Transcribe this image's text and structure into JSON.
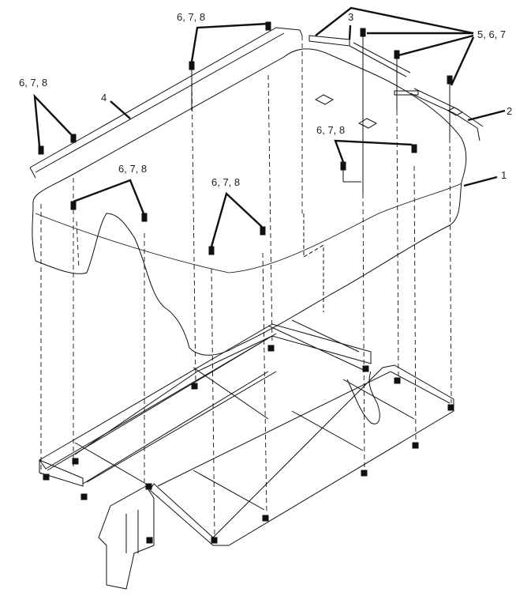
{
  "callouts": {
    "top_center": "6, 7, 8",
    "left": "6, 7, 8",
    "left_mid": "6, 7, 8",
    "center": "6, 7, 8",
    "right_mid": "6, 7, 8",
    "part_1": "1",
    "part_2": "2",
    "part_3": "3",
    "part_4": "4",
    "parts_5_6_7": "5, 6, 7"
  },
  "colors": {
    "line": "#111111",
    "background": "#ffffff"
  }
}
